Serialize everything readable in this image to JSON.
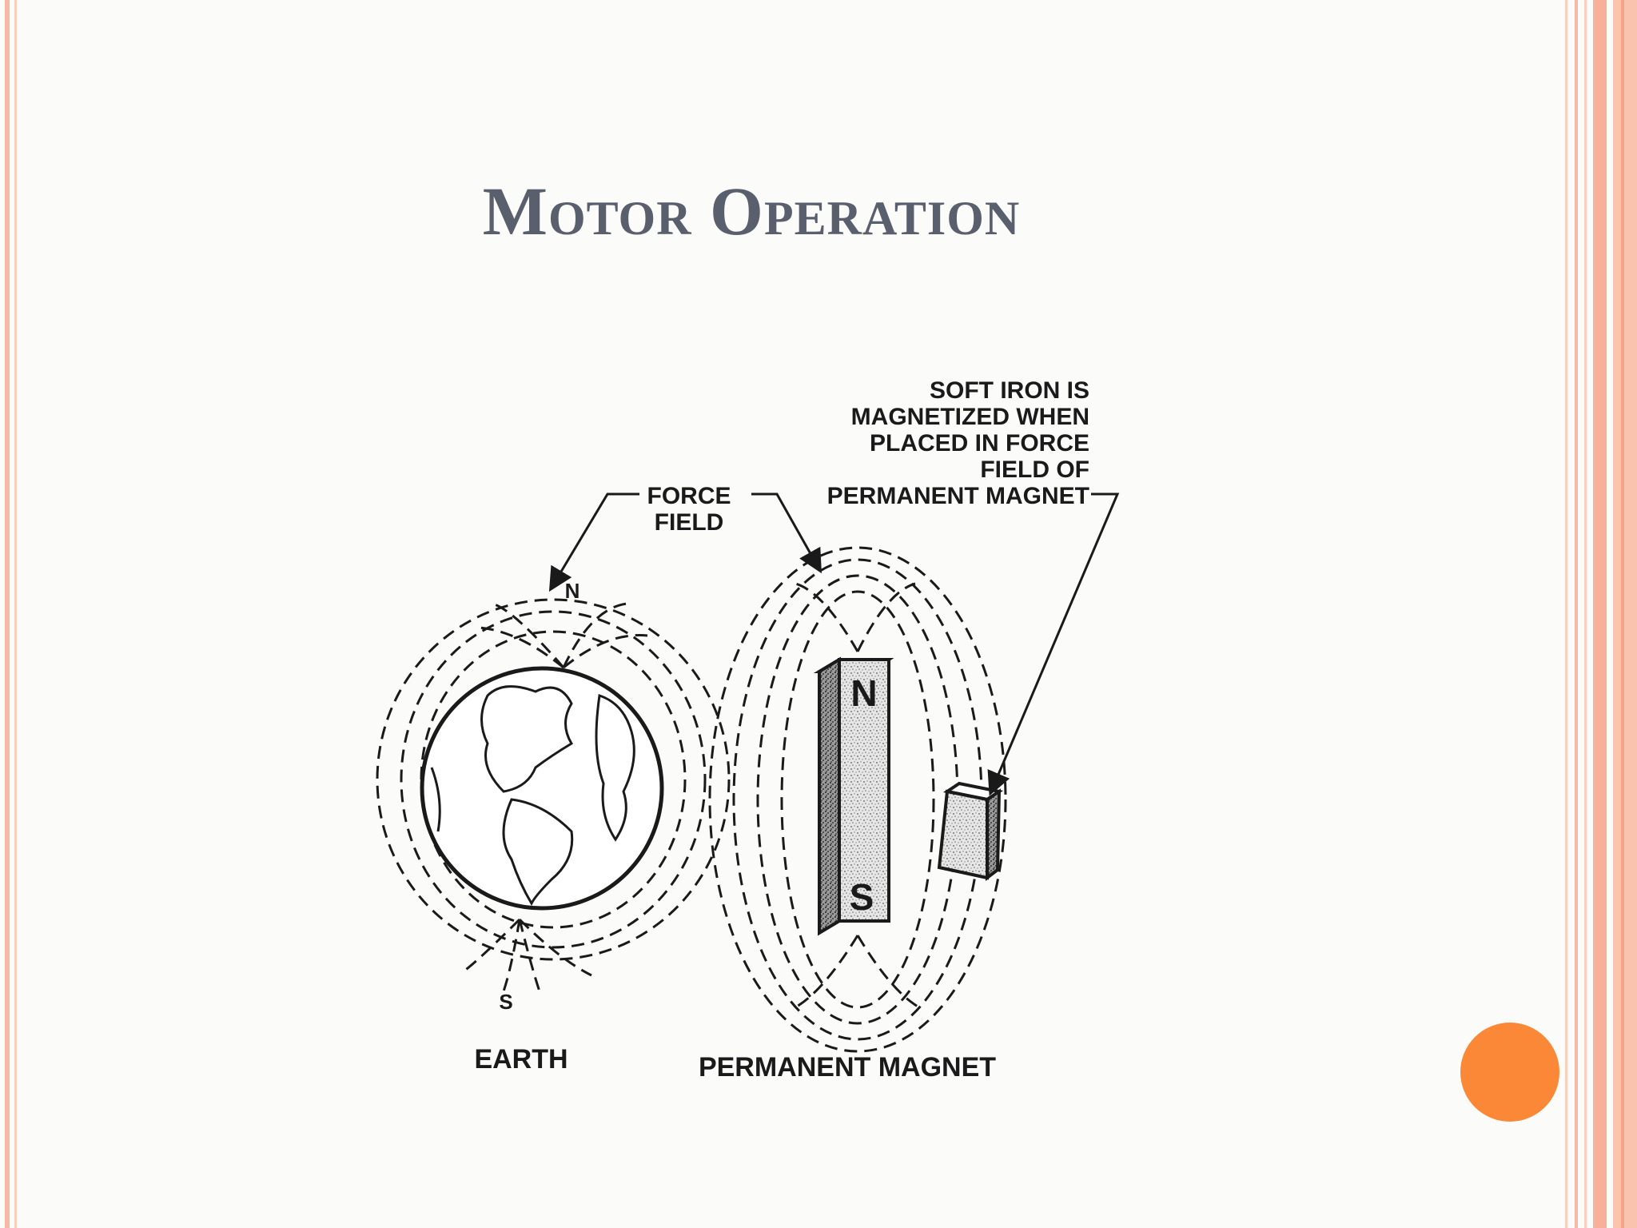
{
  "slide": {
    "title": "Motor Operation"
  },
  "diagram": {
    "labels": {
      "force_field": [
        "FORCE",
        "FIELD"
      ],
      "soft_iron": [
        "SOFT IRON IS",
        "MAGNETIZED WHEN",
        "PLACED IN FORCE",
        "FIELD OF",
        "PERMANENT MAGNET"
      ],
      "earth_north": "N",
      "earth_south": "S",
      "earth": "EARTH",
      "magnet_north": "N",
      "magnet_south": "S",
      "permanent_magnet": "PERMANENT MAGNET"
    }
  },
  "colors": {
    "title": "#5a5f6d",
    "accent_dot": "#fb8837",
    "frame": "#f7b9a3"
  }
}
